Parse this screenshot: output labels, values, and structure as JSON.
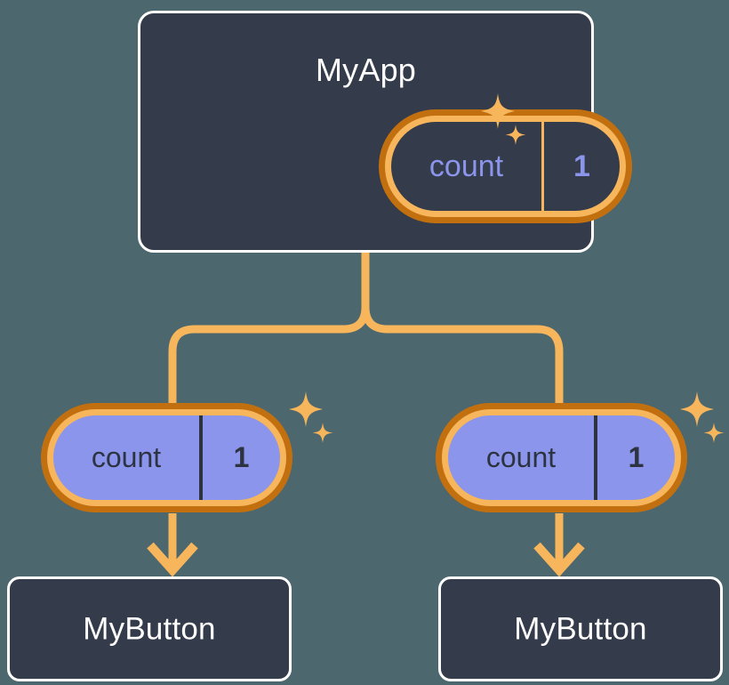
{
  "colors": {
    "background": "#4d676e",
    "card_fill": "#343b4a",
    "card_border": "#ffffff",
    "signal_ring_outer": "#c2700f",
    "signal_ring_inner": "#f7b55c",
    "signal_fill_child": "#8b95ec",
    "signal_text_parent": "#8b95ec",
    "signal_text_child": "#2d3340",
    "connector": "#f7b55c",
    "sparkle": "#f7b55c"
  },
  "diagram": {
    "type": "component-signal-tree",
    "root": {
      "name": "root-component",
      "title": "MyApp",
      "signal": {
        "name": "count",
        "value": "1",
        "kind": "source-signal",
        "sparkle": true
      }
    },
    "children": [
      {
        "name": "child-left",
        "signal": {
          "name": "count",
          "value": "1",
          "kind": "derived-signal",
          "sparkle": true
        },
        "component": {
          "title": "MyButton"
        }
      },
      {
        "name": "child-right",
        "signal": {
          "name": "count",
          "value": "1",
          "kind": "derived-signal",
          "sparkle": true
        },
        "component": {
          "title": "MyButton"
        }
      }
    ]
  },
  "icons": {
    "sparkle_large": "sparkle-four-point-large-icon",
    "sparkle_small": "sparkle-four-point-small-icon",
    "arrow_down": "arrow-down-icon",
    "tree_connector": "tree-connector-icon"
  }
}
